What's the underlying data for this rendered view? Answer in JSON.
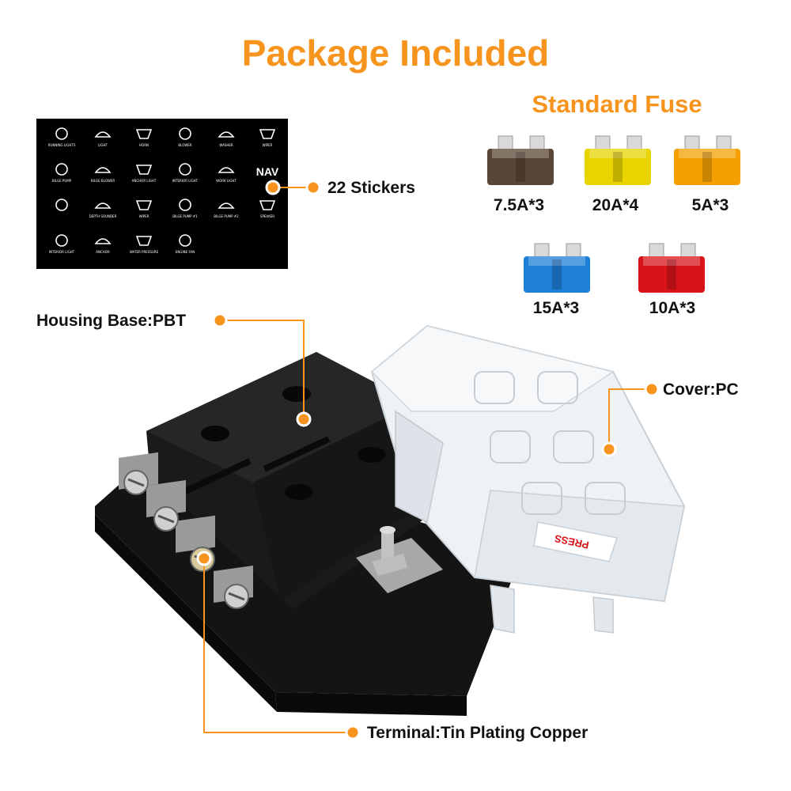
{
  "title": "Package Included",
  "fuses_title": "Standard Fuse",
  "stickers_label": "22 Stickers",
  "housing_label": "Housing Base:PBT",
  "cover_label": "Cover:PC",
  "terminal_label": "Terminal:Tin Plating Copper",
  "accent": "#f7941d",
  "fuses": [
    {
      "label": "7.5A*3",
      "color": "#5a4636"
    },
    {
      "label": "20A*4",
      "color": "#e9d400"
    },
    {
      "label": "5A*3",
      "color": "#f5a000"
    },
    {
      "label": "15A*3",
      "color": "#1e7fd8"
    },
    {
      "label": "10A*3",
      "color": "#d8141a"
    }
  ],
  "stickers": [
    "RUNNING LIGHTS",
    "LIGHT",
    "HORN",
    "BLOWER",
    "WASHER",
    "WIPER",
    "BILGE PUMP",
    "BILGE BLOWER",
    "ANCHOR LIGHT",
    "INTERIOR LIGHT",
    "WORK LIGHT",
    "NAV",
    "",
    "DEPTH SOUNDER",
    "WIPER",
    "BILGE PUMP #1",
    "BILGE PUMP #2",
    "SPEAKER",
    "INTERIOR LIGHT",
    "ANCHOR",
    "WATER PRESSURE",
    "ENGINE FAN"
  ],
  "cover_press_text": "PRESS"
}
